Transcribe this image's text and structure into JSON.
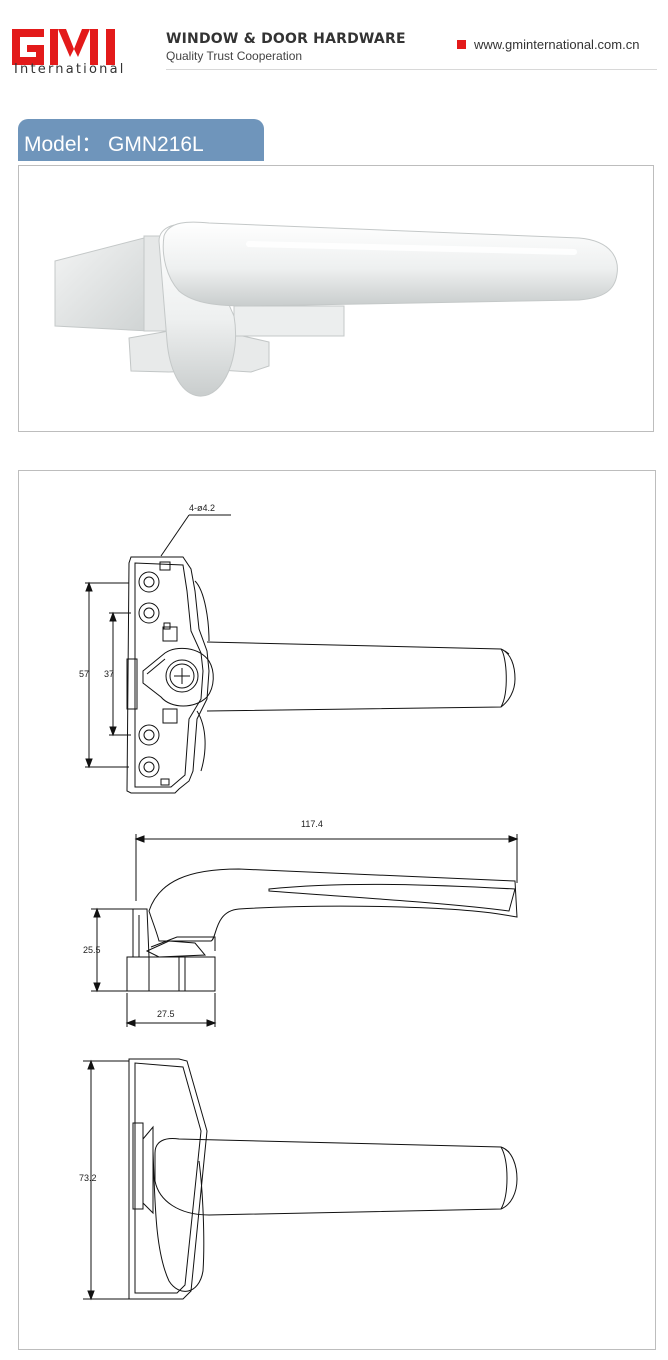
{
  "header": {
    "logo_sub": "International",
    "title": "WINDOW & DOOR HARDWARE",
    "subtitle": "Quality  Trust  Cooperation",
    "website": "www.gminternational.com.cn",
    "brand_red": "#e31a1a"
  },
  "model": {
    "label": "Model： GMN216L",
    "tab_color": "#6f95bb"
  },
  "drawing": {
    "hole_label": "4-ø4.2",
    "dim_57": "57",
    "dim_37": "37",
    "dim_1174": "117.4",
    "dim_255": "25.5",
    "dim_275": "27.5",
    "dim_732": "73.2"
  }
}
